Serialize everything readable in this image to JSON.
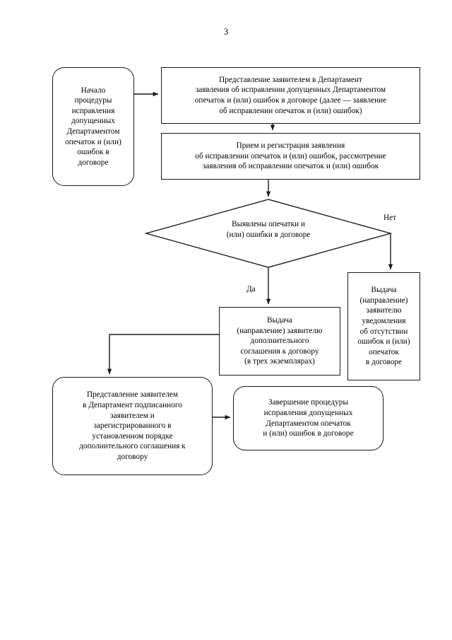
{
  "document": {
    "page_number": "3",
    "type": "flowchart",
    "language": "ru"
  },
  "flowchart": {
    "nodes": [
      {
        "id": "start",
        "shape": "rounded-rectangle",
        "text": "Начало\nпроцедуры\nисправления\nдопущенных\nДепартаментом\nопечаток и (или)\nошибок в\nдоговоре"
      },
      {
        "id": "submit",
        "shape": "rectangle",
        "text": "Представление заявителем в Департамент\nзаявления об исправлении допущенных Департаментом\nопечаток и (или) ошибок в договоре (далее — заявление\nоб исправлении опечаток и (или) ошибок)"
      },
      {
        "id": "register",
        "shape": "rectangle",
        "text": "Прием и регистрация заявления\nоб исправлении опечаток и (или) ошибок, рассмотрение\nзаявления об исправлении опечаток и (или) ошибок"
      },
      {
        "id": "decision",
        "shape": "diamond",
        "text": "Выявлены опечатки и\n(или) ошибки в договоре"
      },
      {
        "id": "no-result",
        "shape": "rectangle",
        "text": "Выдача\n(направление)\nзаявителю\nуведомления\nоб отсутствии\nошибок и (или)\nопечаток\nв договоре"
      },
      {
        "id": "issue",
        "shape": "rectangle",
        "text": "Выдача\n(направление) заявителю\nдополнительного\nсоглашения к договору\n(в трех экземплярах)"
      },
      {
        "id": "resubmit",
        "shape": "rounded-rectangle",
        "text": "Представление заявителем\nв Департамент подписанного\nзаявителем и\nзарегистрированного в\nустановленном порядке\nдополнительного соглашения к\nдоговору"
      },
      {
        "id": "finish",
        "shape": "rounded-rectangle",
        "text": "Завершение процедуры\nисправления допущенных\nДепартаментом опечаток\nи (или) ошибок в договоре"
      }
    ],
    "branch_labels": {
      "yes": "Да",
      "no": "Нет"
    },
    "colors": {
      "stroke": "#1a1a1a",
      "fill": "#ffffff",
      "text": "#000000"
    }
  }
}
